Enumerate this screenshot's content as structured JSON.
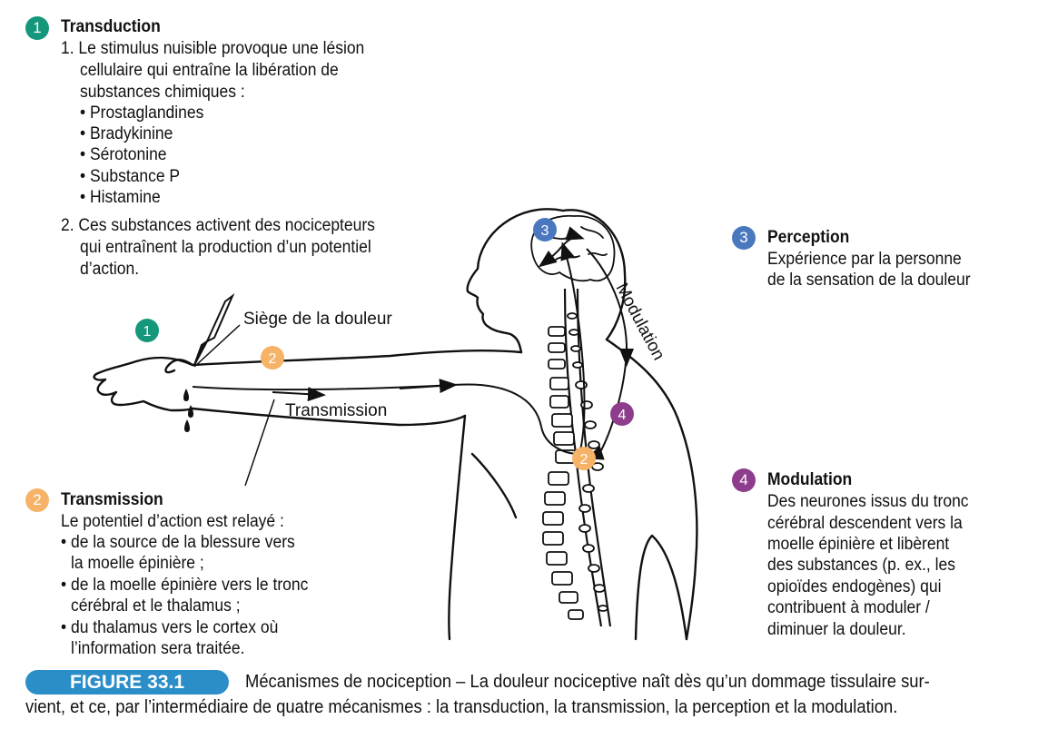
{
  "colors": {
    "transduction": "#14977a",
    "transmission": "#f6b266",
    "perception": "#4a78bf",
    "modulation": "#8e3d8c",
    "caption_box": "#2b8ec8"
  },
  "steps": {
    "transduction": {
      "number": "1",
      "title": "Transduction",
      "lines": [
        "1. Le stimulus nuisible provoque une lésion",
        "cellulaire qui entraîne la libération de",
        "substances chimiques :",
        "• Prostaglandines",
        "• Bradykinine",
        "• Sérotonine",
        "• Substance P",
        "• Histamine",
        "2. Ces substances activent des nocicepteurs",
        "qui entraînent la production d’un potentiel",
        "d’action."
      ]
    },
    "transmission": {
      "number": "2",
      "title": "Transmission",
      "lines": [
        "Le potentiel d’action est relayé :",
        "• de la source de la blessure vers",
        "la moelle épinière ;",
        "• de la moelle épinière vers le tronc",
        "cérébral et le thalamus ;",
        "• du thalamus vers le cortex où",
        "l’information sera traitée."
      ]
    },
    "perception": {
      "number": "3",
      "title": "Perception",
      "lines": [
        "Expérience par la personne",
        "de la sensation de la douleur"
      ]
    },
    "modulation": {
      "number": "4",
      "title": "Modulation",
      "lines": [
        "Des neurones issus du tronc",
        "cérébral descendent vers la",
        "moelle épinière et libèrent",
        "des substances (p. ex., les",
        "opioïdes endogènes) qui",
        "contribuent à moduler /",
        "diminuer la douleur."
      ]
    }
  },
  "figure_labels": {
    "pain_site": "Siège de la douleur",
    "transmission": "Transmission",
    "modulation": "Modulation"
  },
  "caption": {
    "label": "FIGURE 33.1",
    "line1": "Mécanismes de nociception – La douleur nociceptive naît dès qu’un dommage tissulaire sur-",
    "line2": "vient, et ce, par l’intermédiaire de quatre mécanismes : la transduction, la transmission, la perception et la modulation."
  }
}
